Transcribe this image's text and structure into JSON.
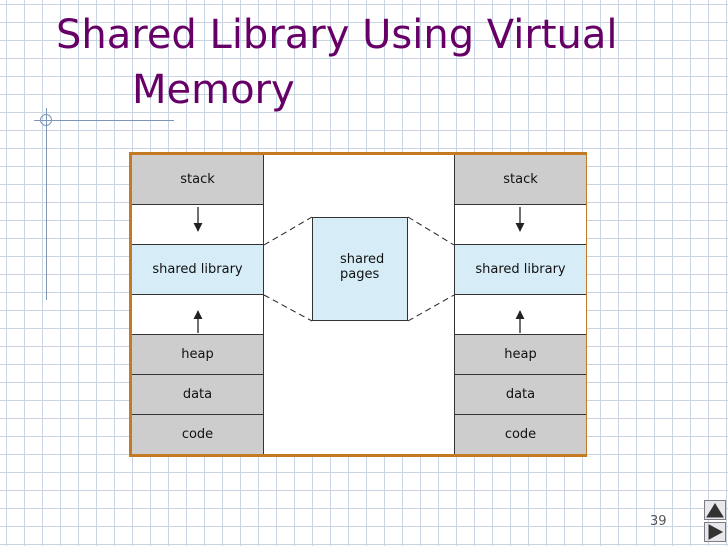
{
  "slide": {
    "title_line1": "Shared Library Using Virtual",
    "title_line2": "Memory",
    "page_number": "39",
    "title_color": "#660066",
    "border_color": "#c47a22"
  },
  "diagram": {
    "left_process": {
      "stack": "stack",
      "shared_library": "shared library",
      "heap": "heap",
      "data": "data",
      "code": "code"
    },
    "right_process": {
      "stack": "stack",
      "shared_library": "shared library",
      "heap": "heap",
      "data": "data",
      "code": "code"
    },
    "shared_pages": {
      "line1": "shared",
      "line2": "pages"
    },
    "colors": {
      "segment_gray": "#cdcdcd",
      "segment_blue": "#d6edf8"
    }
  },
  "nav": {
    "prev_icon": "triangle-up-icon",
    "next_icon": "triangle-right-icon"
  }
}
